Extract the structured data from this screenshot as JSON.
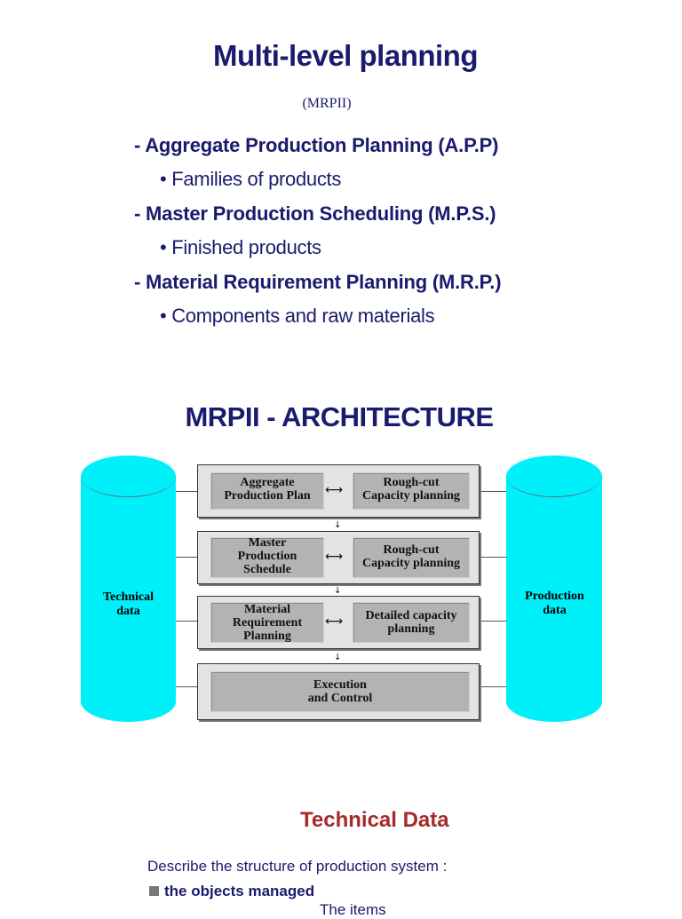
{
  "title": "Multi-level planning",
  "subtitle": "(MRPII)",
  "levels": [
    {
      "label": "- Aggregate Production Planning (A.P.P)",
      "detail": "• Families of products"
    },
    {
      "label": "- Master Production Scheduling (M.P.S.)",
      "detail": "• Finished products"
    },
    {
      "label": "- Material Requirement Planning (M.R.P.)",
      "detail": "• Components and raw materials"
    }
  ],
  "architecture": {
    "title": "MRPII - ARCHITECTURE",
    "left_store": "Technical data",
    "right_store": "Production data",
    "rows": [
      {
        "left": "Aggregate Production Plan",
        "right": "Rough-cut Capacity planning"
      },
      {
        "left": "Master Production Schedule",
        "right": "Rough-cut Capacity planning"
      },
      {
        "left": "Material Requirement Planning",
        "right": "Detailed capacity planning"
      },
      {
        "center": "Execution and Control"
      }
    ],
    "colors": {
      "store": "#00f0fa",
      "box": "#b3b3b3"
    }
  },
  "section": {
    "title": "Technical Data",
    "description": "Describe the structure of production system :",
    "bullet": "the objects managed",
    "cut_off": "The items"
  }
}
